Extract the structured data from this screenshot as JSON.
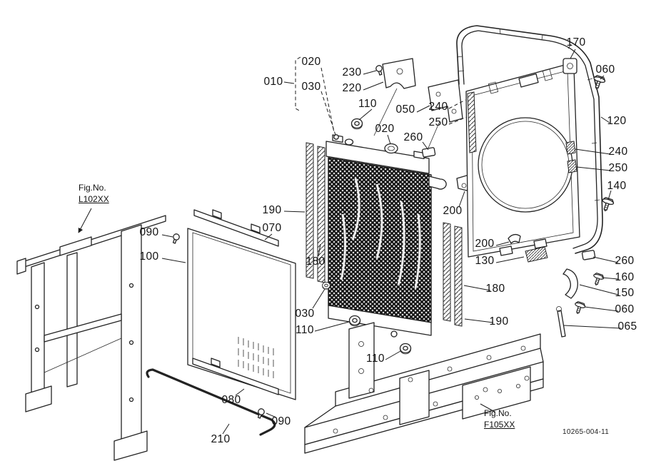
{
  "diagram": {
    "doc_number": "10265-004-11",
    "fig_ref_left": {
      "label": "Fig.No.",
      "code": "L102XX"
    },
    "fig_ref_bottom": {
      "label": "Fig.No.",
      "code": "F105XX"
    },
    "line_color": "#1f1f1f",
    "background": "#ffffff"
  },
  "part_labels": [
    {
      "text": "020"
    },
    {
      "text": "030"
    },
    {
      "text": "010"
    },
    {
      "text": "230"
    },
    {
      "text": "220"
    },
    {
      "text": "110"
    },
    {
      "text": "050"
    },
    {
      "text": "240"
    },
    {
      "text": "250"
    },
    {
      "text": "020"
    },
    {
      "text": "260"
    },
    {
      "text": "170"
    },
    {
      "text": "060"
    },
    {
      "text": "120"
    },
    {
      "text": "240"
    },
    {
      "text": "250"
    },
    {
      "text": "140"
    },
    {
      "text": "190"
    },
    {
      "text": "070"
    },
    {
      "text": "090"
    },
    {
      "text": "100"
    },
    {
      "text": "180"
    },
    {
      "text": "200"
    },
    {
      "text": "200"
    },
    {
      "text": "130"
    },
    {
      "text": "260"
    },
    {
      "text": "160"
    },
    {
      "text": "150"
    },
    {
      "text": "060"
    },
    {
      "text": "065"
    },
    {
      "text": "180"
    },
    {
      "text": "030"
    },
    {
      "text": "110"
    },
    {
      "text": "190"
    },
    {
      "text": "110"
    },
    {
      "text": "080"
    },
    {
      "text": "090"
    },
    {
      "text": "210"
    }
  ]
}
